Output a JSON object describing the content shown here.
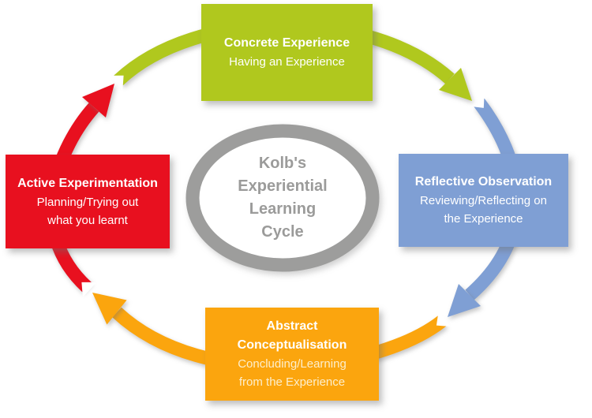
{
  "center": {
    "title": "Kolb's\nExperiential\nLearning\nCycle",
    "ring_color": "#9d9d9c",
    "text_color": "#9b9b9a"
  },
  "nodes": {
    "concrete": {
      "title": "Concrete Experience",
      "subtitle": "Having an Experience",
      "color": "#b0c81e",
      "subtitle_color": "#ffffff"
    },
    "reflective": {
      "title": "Reflective Observation",
      "subtitle": "Reviewing/Reflecting on\nthe Experience",
      "color": "#7f9fd4",
      "subtitle_color": "#ffffff"
    },
    "abstract": {
      "title": "Abstract\nConceptualisation",
      "subtitle": "Concluding/Learning\nfrom the Experience",
      "color": "#fba50e",
      "subtitle_color": "#fdeecb"
    },
    "active": {
      "title": "Active Experimentation",
      "subtitle": "Planning/Trying out\nwhat you learnt",
      "color": "#e8101f",
      "subtitle_color": "#ffffff"
    }
  },
  "arrows": {
    "concrete_to_reflective": {
      "color": "#b0c81e"
    },
    "reflective_to_abstract": {
      "color": "#7f9fd4"
    },
    "abstract_to_active": {
      "color": "#fba50e"
    },
    "active_to_concrete": {
      "color": "#e8101f"
    }
  }
}
